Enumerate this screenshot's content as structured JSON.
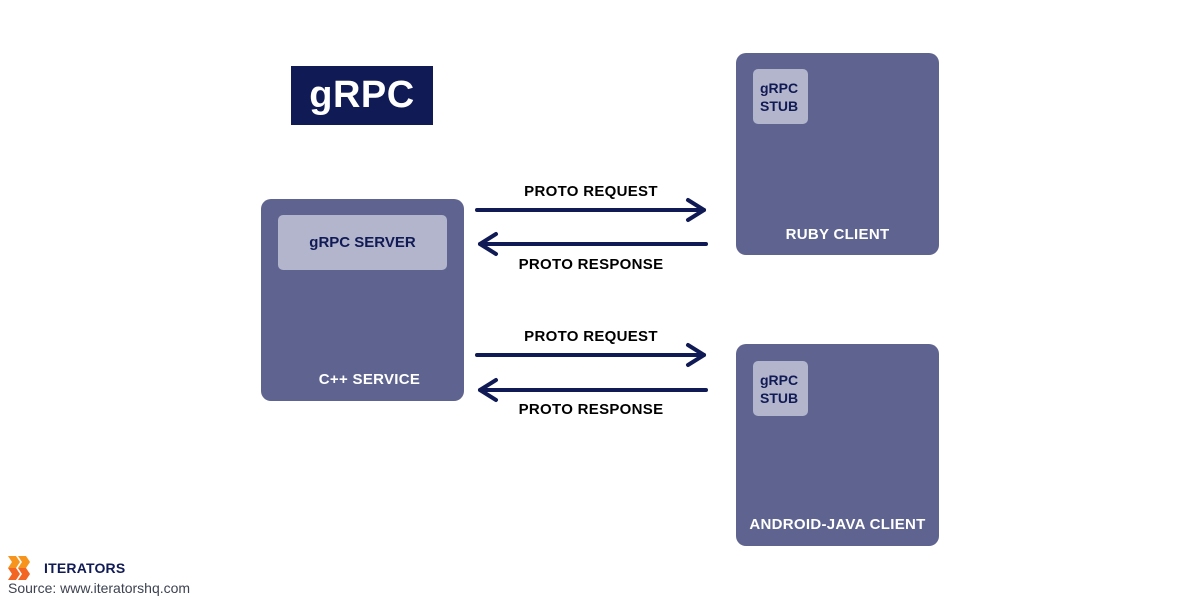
{
  "title": "gRPC",
  "server": {
    "inner_label": "gRPC SERVER",
    "label": "C++ SERVICE"
  },
  "clients": [
    {
      "stub_line1": "gRPC",
      "stub_line2": "STUB",
      "label": "RUBY CLIENT"
    },
    {
      "stub_line1": "gRPC",
      "stub_line2": "STUB",
      "label": "ANDROID-JAVA CLIENT"
    }
  ],
  "arrows": [
    {
      "request": "PROTO REQUEST",
      "response": "PROTO RESPONSE"
    },
    {
      "request": "PROTO REQUEST",
      "response": "PROTO RESPONSE"
    }
  ],
  "logo": {
    "text": "ITERATORS"
  },
  "source": "Source: www.iteratorshq.com",
  "colors": {
    "node": "#5e638f",
    "inner": "#b3b5cc",
    "dark_navy": "#101a54",
    "logo_orange": "#f7941d"
  }
}
